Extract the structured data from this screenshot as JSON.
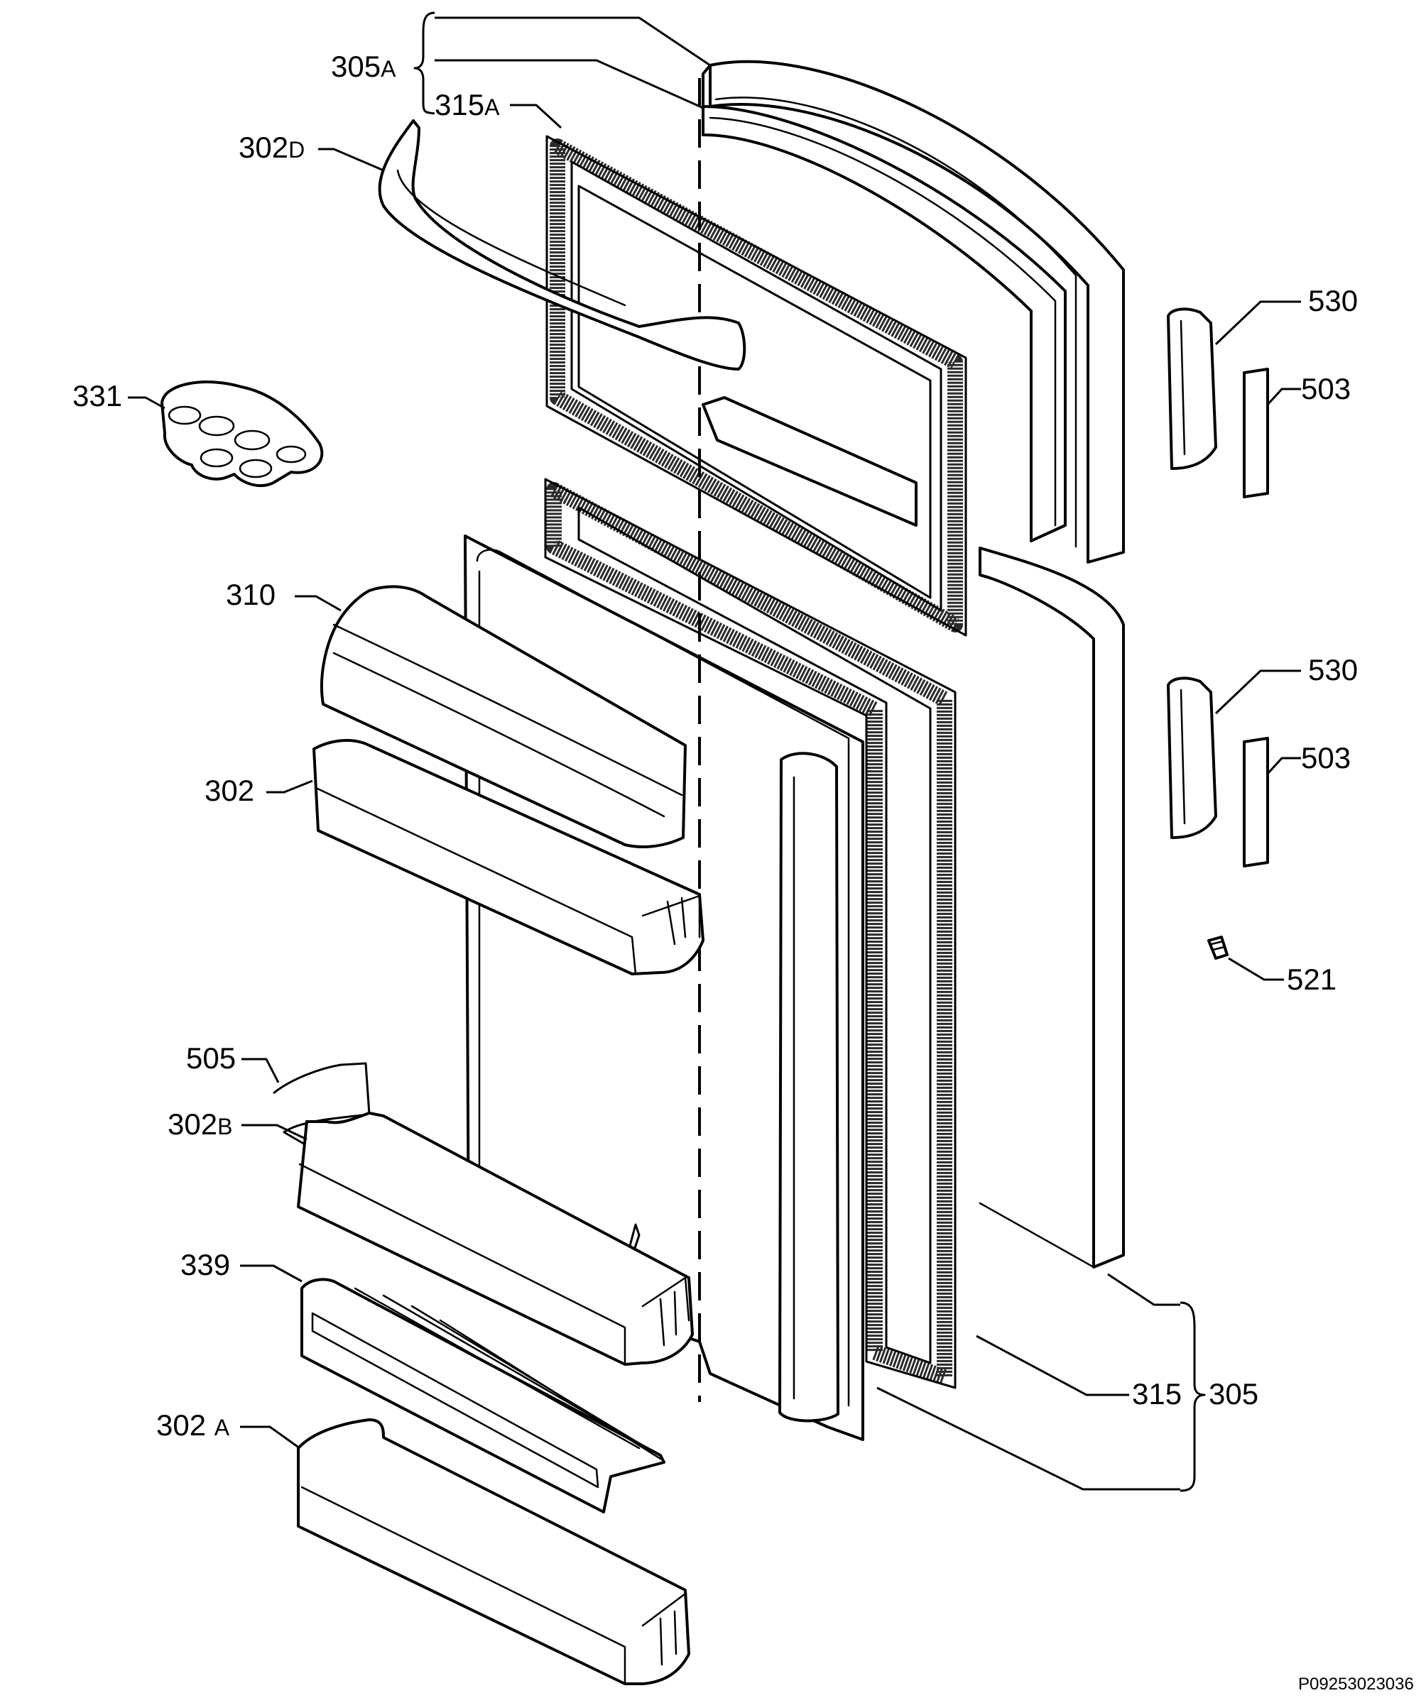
{
  "drawing_code": "P09253023036",
  "labels": {
    "l305a": "305A",
    "l315a": "315A",
    "l302d": "302D",
    "l331": "331",
    "l310": "310",
    "l302": "302",
    "l505": "505",
    "l302b": "302B",
    "l339": "339",
    "l302a": "302 A",
    "l530_top": "530",
    "l503_top": "503",
    "l530_bot": "530",
    "l503_bot": "503",
    "l521": "521",
    "l315": "315",
    "l305": "305"
  },
  "label_parts": {
    "l305a": {
      "num": "305",
      "sfx": "A"
    },
    "l315a": {
      "num": "315",
      "sfx": "A"
    },
    "l302d": {
      "num": "302",
      "sfx": "D"
    },
    "l302b": {
      "num": "302",
      "sfx": "B"
    },
    "l302a": {
      "num": "302 ",
      "sfx": "A"
    }
  }
}
